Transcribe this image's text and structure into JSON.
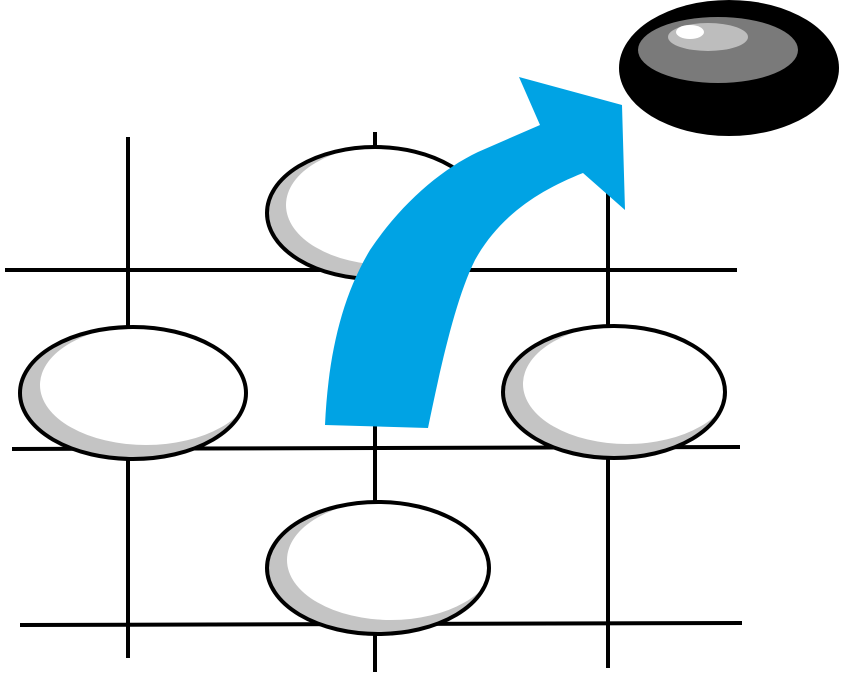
{
  "diagram": {
    "subject": "go-capture-move",
    "colors": {
      "line": "#000000",
      "white_stone_fill": "#ffffff",
      "white_stone_shade": "#c4c4c4",
      "black_stone": "#000000",
      "black_stone_mid": "#7a7a7a",
      "black_stone_highlight": "#bdbdbd",
      "arrow": "#00a3e4"
    },
    "stones": {
      "white_count": 4,
      "black_count": 1
    }
  }
}
